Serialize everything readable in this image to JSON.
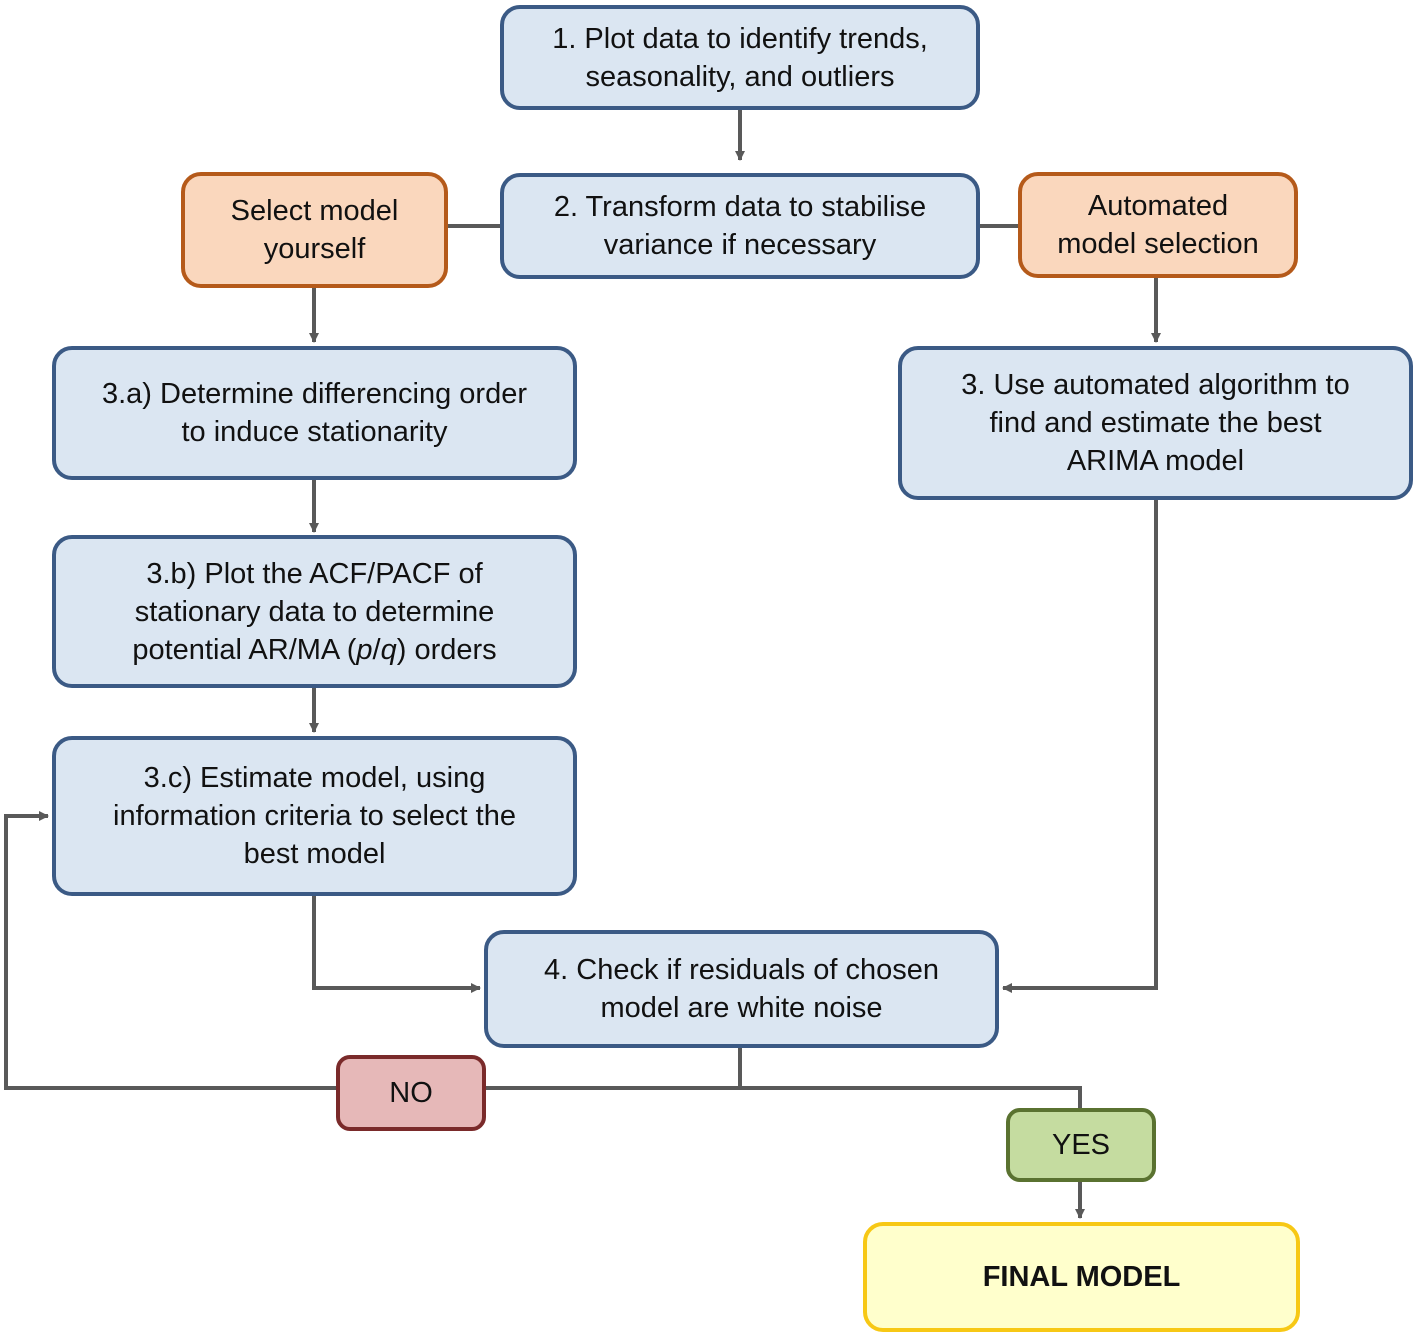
{
  "nodes": {
    "step1": "1. Plot data to identify trends,\nseasonality, and outliers",
    "step2": "2. Transform data to stabilise\nvariance if necessary",
    "manual": "Select model\nyourself",
    "auto": "Automated\nmodel selection",
    "step3a": "3.a) Determine differencing order\nto induce stationarity",
    "step3b_pre": "3.b) Plot the ACF/PACF of\nstationary data to determine\npotential AR/MA (",
    "step3b_p": "p",
    "step3b_slash": "/",
    "step3b_q": "q",
    "step3b_post": ")  orders",
    "step3c": "3.c) Estimate model, using\ninformation criteria to select the\nbest model",
    "step3auto": "3. Use automated algorithm to\nfind and estimate the best\nARIMA model",
    "step4": "4. Check if residuals of chosen\nmodel are white noise",
    "no": "NO",
    "yes": "YES",
    "final": "FINAL MODEL"
  },
  "colors": {
    "process_fill": "#dbe6f2",
    "process_border": "#3b5a85",
    "choice_fill": "#fad7bd",
    "choice_border": "#b55a1a",
    "no_fill": "#e6b8b8",
    "yes_fill": "#c5dca0",
    "final_fill": "#ffffcc",
    "final_border": "#f7c815",
    "connector": "#595959"
  }
}
